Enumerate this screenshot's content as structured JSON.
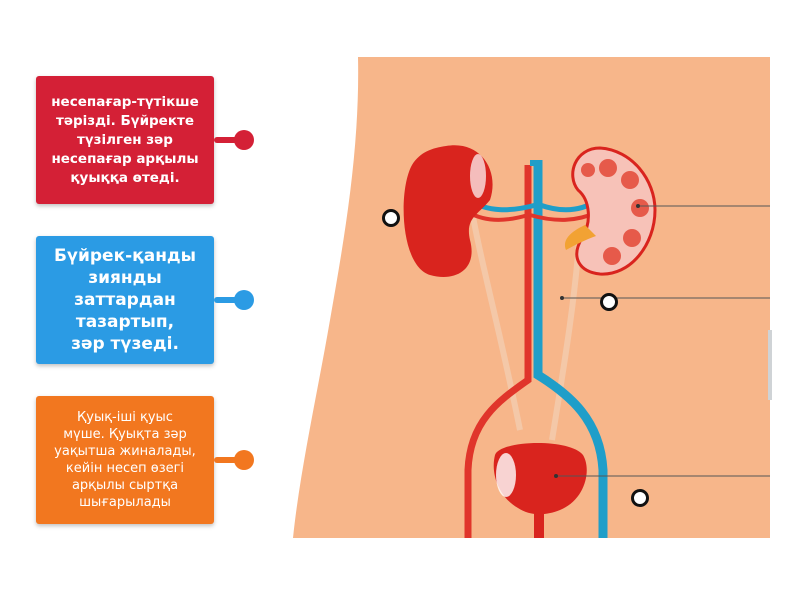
{
  "cards": [
    {
      "id": "ureter",
      "text": "несепағар-түтікше\nтәрізді. Бүйректе\nтүзілген зәр\nнесепағар арқылы\nқуыққа өтеді.",
      "color": "#d42036"
    },
    {
      "id": "kidney",
      "text": "Бүйрек-қанды\nзиянды\nзаттардан\nтазартып,\nзәр түзеді.",
      "color": "#2b9be4"
    },
    {
      "id": "bladder",
      "text": "Қуық-іші қуыс\nмүше. Қуықта зәр\nуақытша жиналады,\nкейін несеп өзегі\nарқылы сыртқа\nшығарылады",
      "color": "#f2771f"
    }
  ],
  "colors": {
    "skin": "#f7b68a",
    "kidney": "#d9241e",
    "artery": "#e0352b",
    "vein": "#1f9ec9",
    "ureter": "#f4c8a8"
  }
}
